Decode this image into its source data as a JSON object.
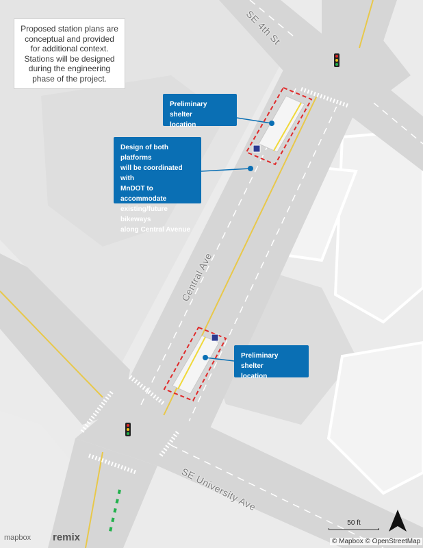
{
  "note": {
    "lines": [
      "Proposed station plans are",
      "conceptual and provided",
      "for additional context.",
      "Stations will be designed",
      "during the engineering",
      "phase of the project."
    ]
  },
  "callouts": {
    "top": {
      "lines": [
        "Preliminary shelter",
        "location"
      ]
    },
    "middle": {
      "lines": [
        "Design of both platforms",
        "will be coordinated with",
        "MnDOT to accommodate",
        "existing/future bikeways",
        "along Central Avenue"
      ]
    },
    "bottom": {
      "lines": [
        "Preliminary shelter",
        "location"
      ]
    }
  },
  "streets": {
    "central": "Central Ave",
    "fourth": "SE 4th St",
    "university": "SE University Ave"
  },
  "scale_label": "50 ft",
  "attribution": "© Mapbox © OpenStreetMap",
  "branding": {
    "mapbox": "mapbox",
    "remix": "remix"
  },
  "colors": {
    "road": "#d7d7d7",
    "block": "#e6e6e6",
    "building": "#dcdcdc",
    "callout": "#0a6fb4",
    "platform_outline": "#e02a2a",
    "bike_lane": "#22b14c",
    "center_line": "#e8c84a"
  },
  "icons": [
    "traffic-signal-icon",
    "north-arrow-icon",
    "bus-stop-icon",
    "bike-icon"
  ]
}
